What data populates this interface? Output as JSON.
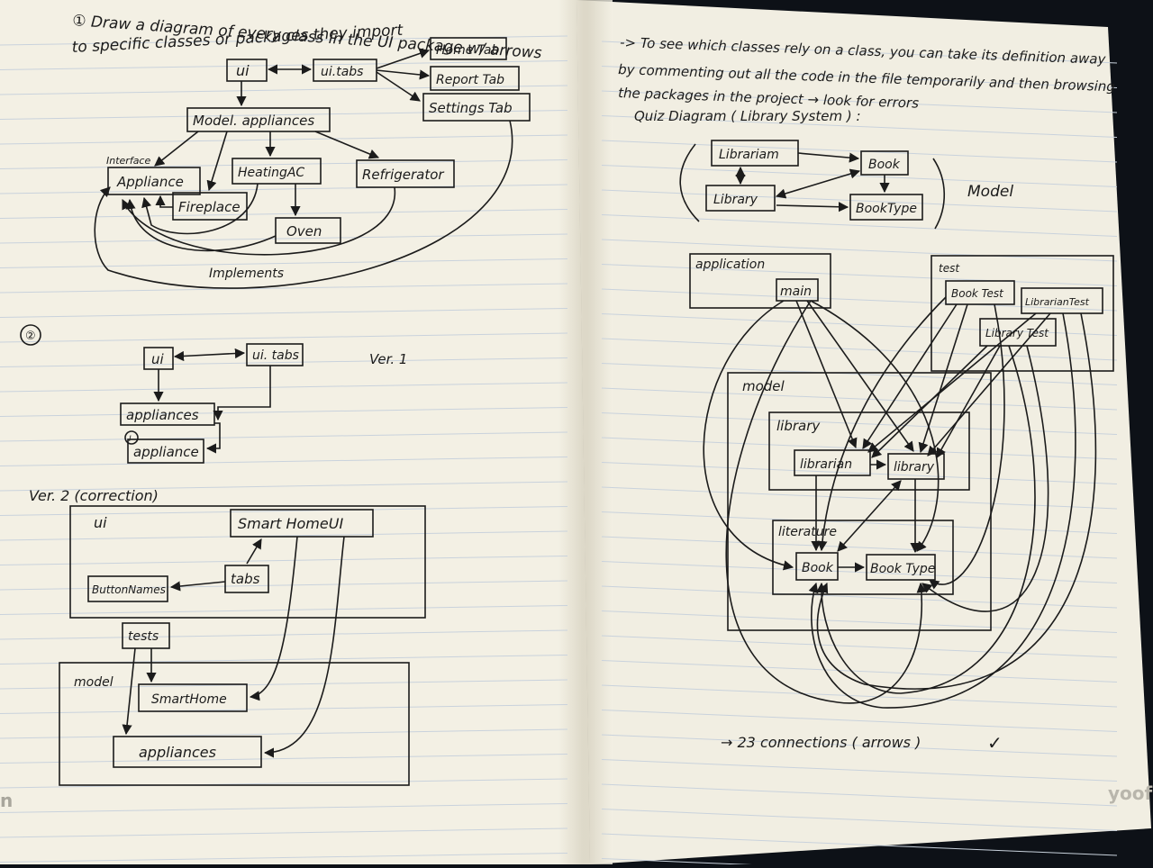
{
  "colors": {
    "paper": "#f3f0e4",
    "paper_shade": "#e4e0d0",
    "line": "#c9d2dc",
    "ink": "#1b1b1b",
    "background": "#0d1117",
    "brand": "#b9b6ac"
  },
  "left_page": {
    "heading_line1": "① Draw a diagram of every class in the UI package w/ arrows",
    "heading_line2": "to specific classes or packages they import",
    "diagram1": {
      "ui": "ui",
      "ui_tabs": "ui.tabs",
      "home_tab": "Home Tab",
      "report_tab": "Report Tab",
      "settings_tab": "Settings Tab",
      "model_appliances": "Model. appliances",
      "interface": "Interface",
      "appliance": "Appliance",
      "heating_ac": "HeatingAC",
      "refrigerator": "Refrigerator",
      "fireplace": "Fireplace",
      "oven": "Oven",
      "implements": "Implements"
    },
    "section2_mark": "②",
    "diagram2": {
      "ui": "ui",
      "ui_tabs": "ui. tabs",
      "ver1": "Ver. 1",
      "appliances": "appliances",
      "appliance_marker": "I",
      "appliance": "appliance"
    },
    "ver2": "Ver. 2 (correction)",
    "diagram3": {
      "ui": "ui",
      "smart_home_ui": "Smart HomeUI",
      "tabs": "tabs",
      "button_names": "ButtonNames",
      "tests": "tests",
      "model": "model",
      "smart_home": "SmartHome",
      "appliances": "appliances"
    },
    "brand_edge": "n"
  },
  "right_page": {
    "note_line1": "-> To see which classes rely on a class, you can take its definition away",
    "note_line2": "by commenting out all the code in the file temporarily and then browsing",
    "note_line3": "the packages in the project → look for errors",
    "quiz_title": "Quiz Diagram ( Library System ) :",
    "model_box": {
      "librarian": "Librariam",
      "book": "Book",
      "library": "Library",
      "book_type": "BookType",
      "label": "Model"
    },
    "application": "application",
    "main": "main",
    "test": "test",
    "book_test": "Book Test",
    "librarian_test": "LibrarianTest",
    "library_test": "Library Test",
    "model": "model",
    "library_pkg": "library",
    "librarian": "librarian",
    "library": "library",
    "literature": "literature",
    "book": "Book",
    "book_type": "Book Type",
    "footer": "→ 23 connections ( arrows )",
    "check": "✓",
    "brand": "yoof"
  }
}
